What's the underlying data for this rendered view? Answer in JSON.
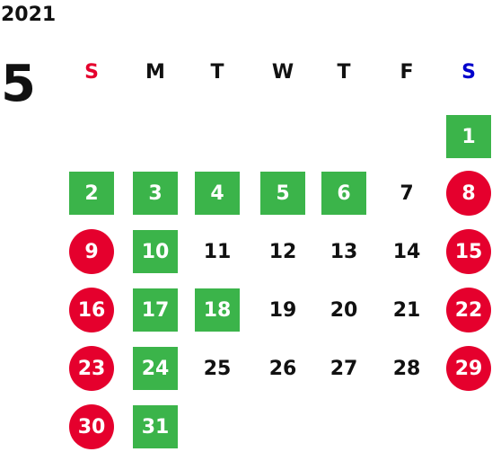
{
  "year": "2021",
  "month": "5",
  "colors": {
    "sunday": "#e5002d",
    "saturday": "#0000cc",
    "weekday": "#111111",
    "green": "#3bb44a",
    "red": "#e5002d"
  },
  "weekdays": [
    {
      "label": "S",
      "name": "weekday-sun",
      "color": "#e5002d"
    },
    {
      "label": "M",
      "name": "weekday-mon",
      "color": "#111111"
    },
    {
      "label": "T",
      "name": "weekday-tue",
      "color": "#111111"
    },
    {
      "label": "W",
      "name": "weekday-wed",
      "color": "#111111"
    },
    {
      "label": "T",
      "name": "weekday-thu",
      "color": "#111111"
    },
    {
      "label": "F",
      "name": "weekday-fri",
      "color": "#111111"
    },
    {
      "label": "S",
      "name": "weekday-sat",
      "color": "#0000cc"
    }
  ],
  "weeks": [
    [
      null,
      null,
      null,
      null,
      null,
      null,
      {
        "day": "1",
        "style": "green"
      }
    ],
    [
      {
        "day": "2",
        "style": "green"
      },
      {
        "day": "3",
        "style": "green"
      },
      {
        "day": "4",
        "style": "green"
      },
      {
        "day": "5",
        "style": "green"
      },
      {
        "day": "6",
        "style": "green"
      },
      {
        "day": "7",
        "style": "plain"
      },
      {
        "day": "8",
        "style": "red"
      }
    ],
    [
      {
        "day": "9",
        "style": "red"
      },
      {
        "day": "10",
        "style": "green"
      },
      {
        "day": "11",
        "style": "plain"
      },
      {
        "day": "12",
        "style": "plain"
      },
      {
        "day": "13",
        "style": "plain"
      },
      {
        "day": "14",
        "style": "plain"
      },
      {
        "day": "15",
        "style": "red"
      }
    ],
    [
      {
        "day": "16",
        "style": "red"
      },
      {
        "day": "17",
        "style": "green"
      },
      {
        "day": "18",
        "style": "green"
      },
      {
        "day": "19",
        "style": "plain"
      },
      {
        "day": "20",
        "style": "plain"
      },
      {
        "day": "21",
        "style": "plain"
      },
      {
        "day": "22",
        "style": "red"
      }
    ],
    [
      {
        "day": "23",
        "style": "red"
      },
      {
        "day": "24",
        "style": "green"
      },
      {
        "day": "25",
        "style": "plain"
      },
      {
        "day": "26",
        "style": "plain"
      },
      {
        "day": "27",
        "style": "plain"
      },
      {
        "day": "28",
        "style": "plain"
      },
      {
        "day": "29",
        "style": "red"
      }
    ],
    [
      {
        "day": "30",
        "style": "red"
      },
      {
        "day": "31",
        "style": "green"
      },
      null,
      null,
      null,
      null,
      null
    ]
  ]
}
